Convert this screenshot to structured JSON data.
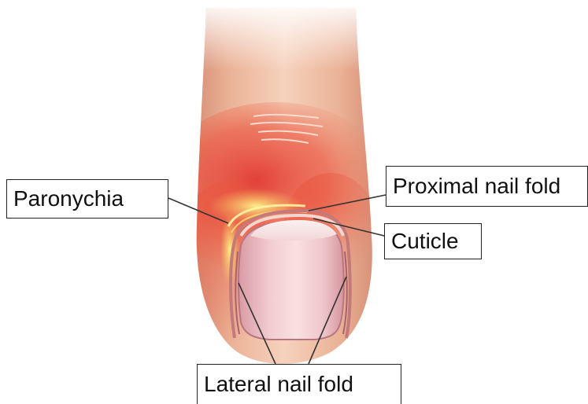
{
  "labels": {
    "paronychia": "Paronychia",
    "proximal_nail_fold": "Proximal nail fold",
    "cuticle": "Cuticle",
    "lateral_nail_fold": "Lateral nail fold"
  },
  "colors": {
    "skin": "#f2c2a6",
    "skin_shadow": "#d8927a",
    "inflammation": "#e8483c",
    "pus": "#f3e36a",
    "nail_plate": "#eec0c4",
    "leader_line": "#333333"
  }
}
